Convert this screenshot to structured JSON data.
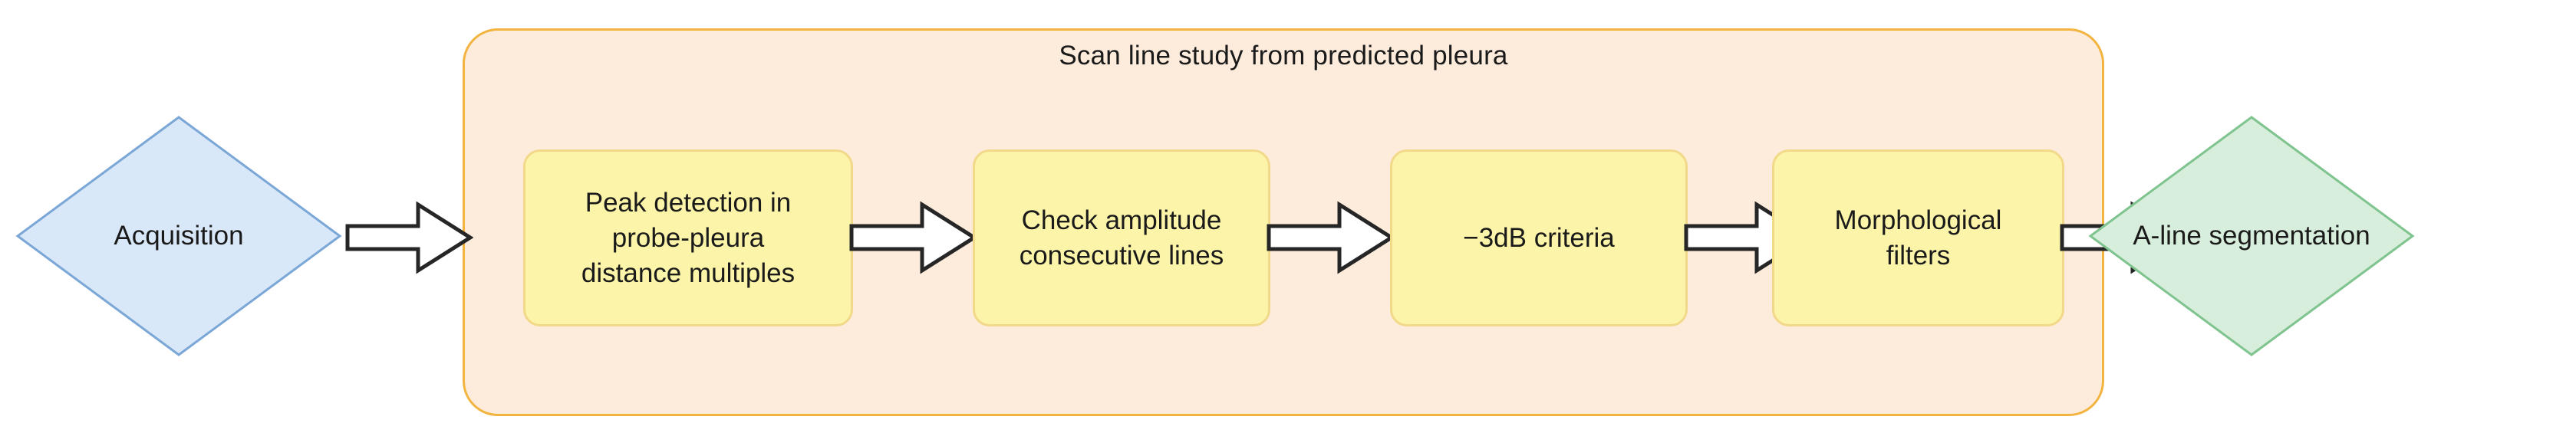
{
  "diagram": {
    "title": "Scan line study from predicted pleura",
    "type": "flowchart",
    "nodes": {
      "start": {
        "label": "Acquisition",
        "shape": "diamond",
        "fill": "#D9E8F8",
        "stroke": "#7BA7D7"
      },
      "end": {
        "label_line1": "A-line",
        "label_line2": "segmentation",
        "shape": "diamond",
        "fill": "#D8EEDC",
        "stroke": "#7FC48F"
      },
      "steps": [
        {
          "id": "peak-detection",
          "line1": "Peak detection in",
          "line2": "probe-pleura",
          "line3": "distance multiples"
        },
        {
          "id": "check-amplitude",
          "line1": "Check amplitude",
          "line2": "consecutive lines",
          "line3": ""
        },
        {
          "id": "db-criteria",
          "line1": "−3dB criteria",
          "line2": "",
          "line3": ""
        },
        {
          "id": "morphological",
          "line1": "Morphological",
          "line2": "filters",
          "line3": ""
        }
      ]
    },
    "group": {
      "fill": "#FDECDC",
      "stroke": "#F3B43F"
    },
    "box_style": {
      "fill": "#FCF4A8",
      "stroke": "#F2D98A"
    },
    "arrows": {
      "count": 5,
      "style": "block-arrow",
      "stroke": "#262626",
      "fill": "#FFFFFF",
      "names": [
        "arrow-acquisition-to-peak-detection",
        "arrow-peak-detection-to-check-amplitude",
        "arrow-check-amplitude-to-db-criteria",
        "arrow-db-criteria-to-morphological",
        "arrow-morphological-to-a-line-segmentation"
      ]
    }
  }
}
